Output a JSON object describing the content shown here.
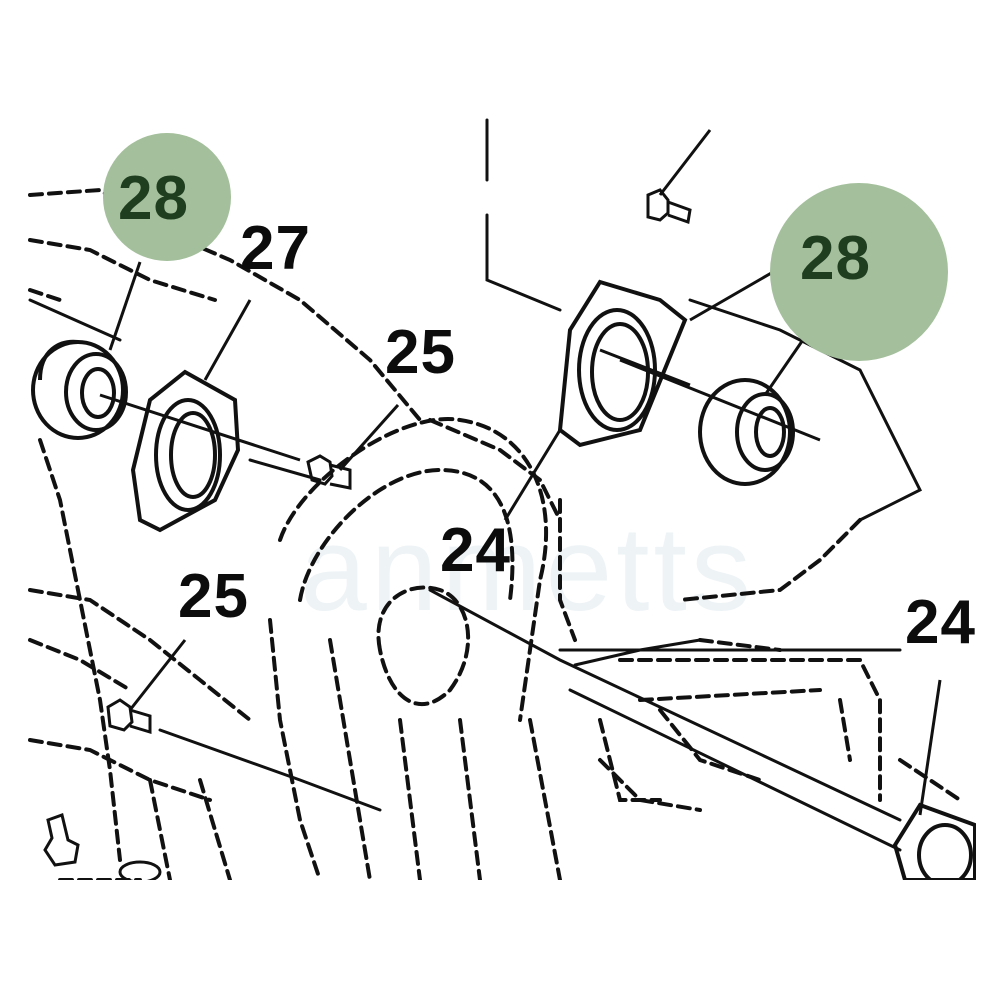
{
  "callouts": {
    "c28_left": "28",
    "c27": "27",
    "c25_top": "25",
    "c28_right": "28",
    "c24_mid": "24",
    "c25_bottom": "25",
    "c24_right": "24"
  },
  "watermark": "anmetts",
  "colors": {
    "highlight_badge": "#a3bf9b",
    "line": "#111111",
    "background": "#ffffff"
  }
}
